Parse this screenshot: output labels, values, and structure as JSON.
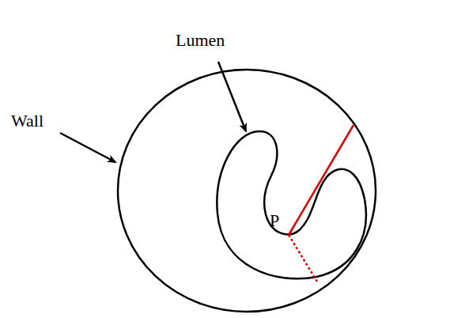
{
  "diagram": {
    "labels": [
      "Lumen",
      "Wall",
      "P"
    ]
  }
}
